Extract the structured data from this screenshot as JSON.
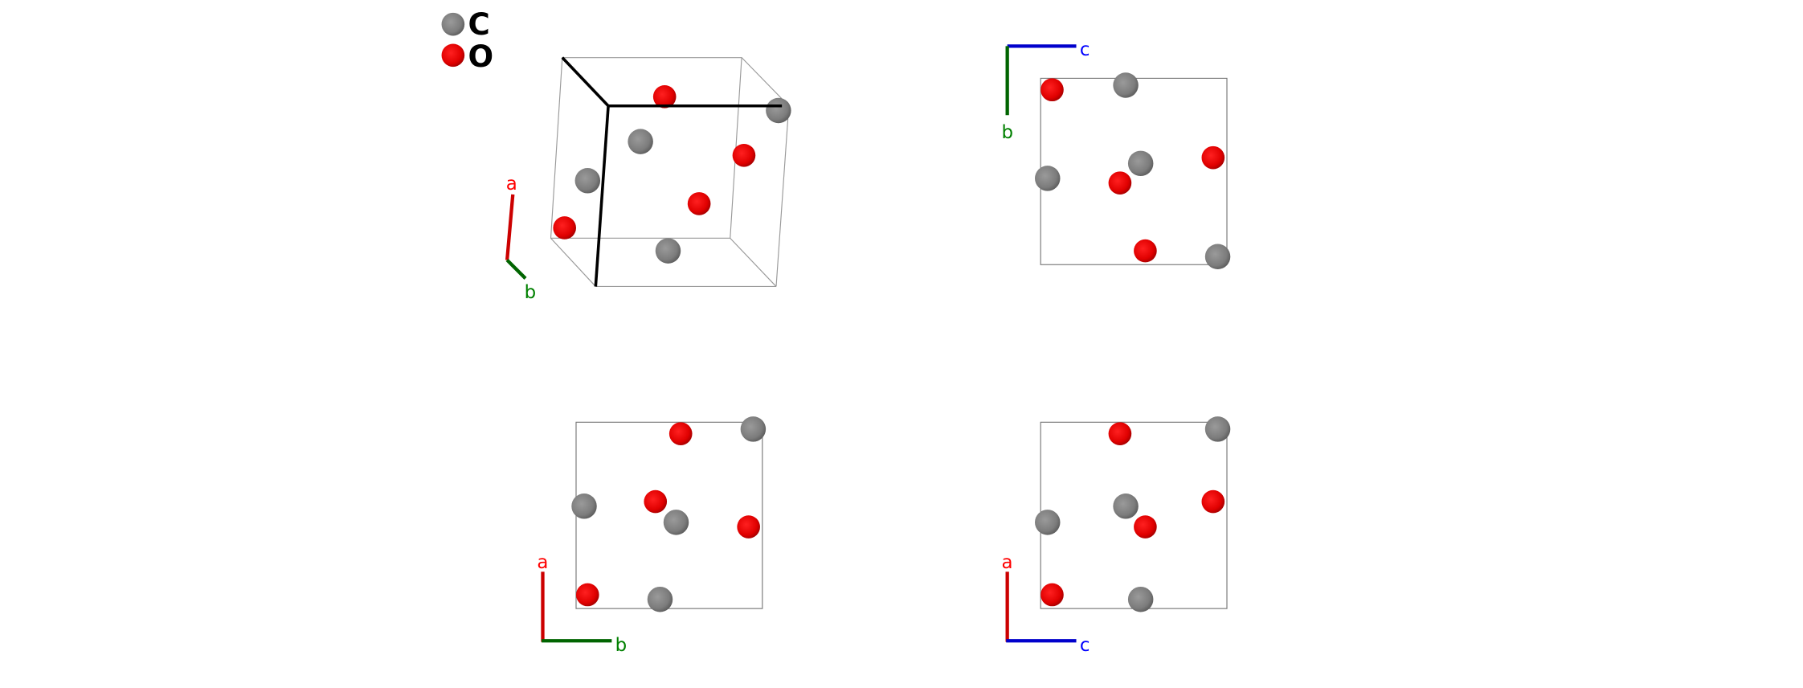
{
  "legend": [
    {
      "element": "C",
      "color": "#7f7f7f"
    },
    {
      "element": "O",
      "color": "#ff0000"
    }
  ],
  "axes": {
    "a": {
      "label": "a",
      "color": "#cc0000",
      "text_color": "#ff0000"
    },
    "b": {
      "label": "b",
      "color": "#006400",
      "text_color": "#008000"
    },
    "c": {
      "label": "c",
      "color": "#0000cc",
      "text_color": "#0000ff"
    }
  },
  "views": [
    "perspective",
    "view-along-a",
    "view-along-c",
    "view-along-b"
  ]
}
